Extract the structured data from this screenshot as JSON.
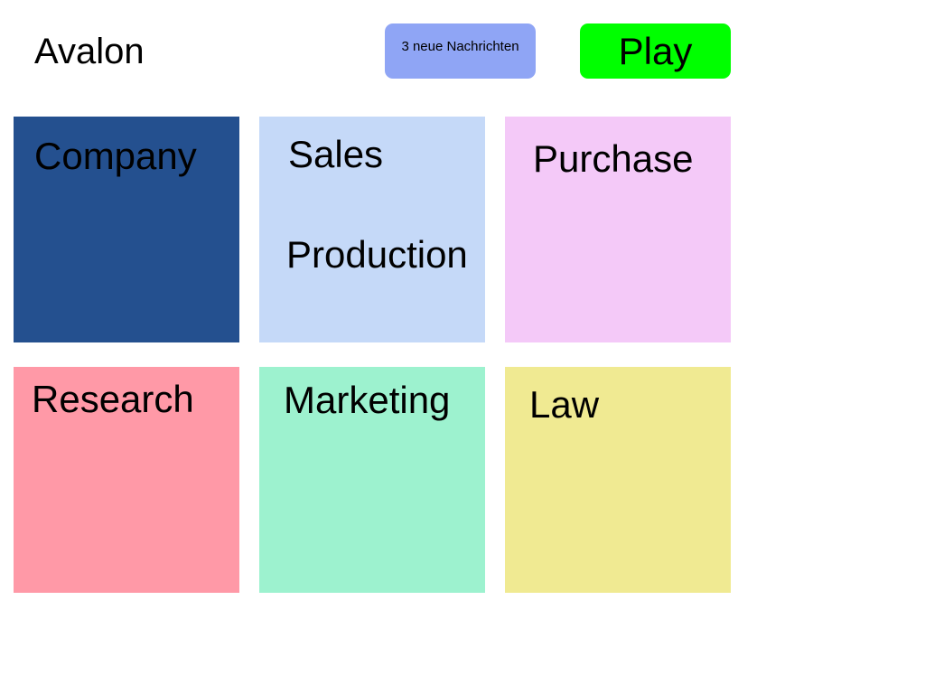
{
  "header": {
    "title": "Avalon",
    "messages_label": "3 neue Nachrichten",
    "play_label": "Play"
  },
  "tiles": [
    {
      "id": "company",
      "labels": [
        "Company"
      ],
      "color": "#24508f"
    },
    {
      "id": "sales",
      "labels": [
        "Sales",
        "Production"
      ],
      "color": "#c5d9f8"
    },
    {
      "id": "purchase",
      "labels": [
        "Purchase"
      ],
      "color": "#f4c9f8"
    },
    {
      "id": "research",
      "labels": [
        "Research"
      ],
      "color": "#ff99a7"
    },
    {
      "id": "marketing",
      "labels": [
        "Marketing"
      ],
      "color": "#9df2cf"
    },
    {
      "id": "law",
      "labels": [
        "Law"
      ],
      "color": "#f0ea92"
    }
  ],
  "colors": {
    "messages_button": "#8fa5f5",
    "play_button": "#00ff00",
    "background": "#ffffff"
  }
}
